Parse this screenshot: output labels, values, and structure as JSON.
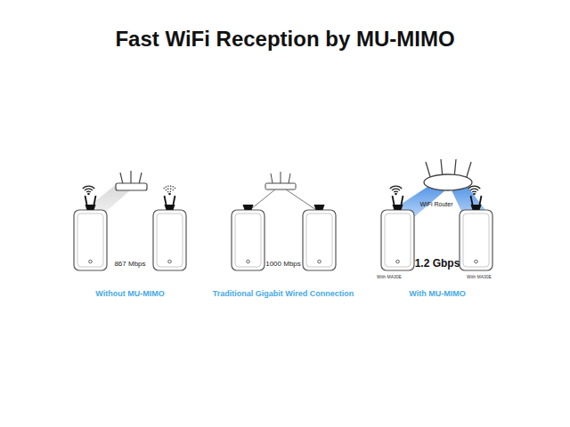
{
  "diagram": {
    "title": "Fast WiFi Reception by MU-MIMO",
    "labels": [
      "867 Mbps",
      "Without MU-MIMO",
      "1000 Mbps",
      "Traditional Gigabit Wired Connection",
      "WiFi Router",
      "With MA30E",
      "1.2 Gbps",
      "With MA30E",
      "With MU-MIMO"
    ]
  }
}
